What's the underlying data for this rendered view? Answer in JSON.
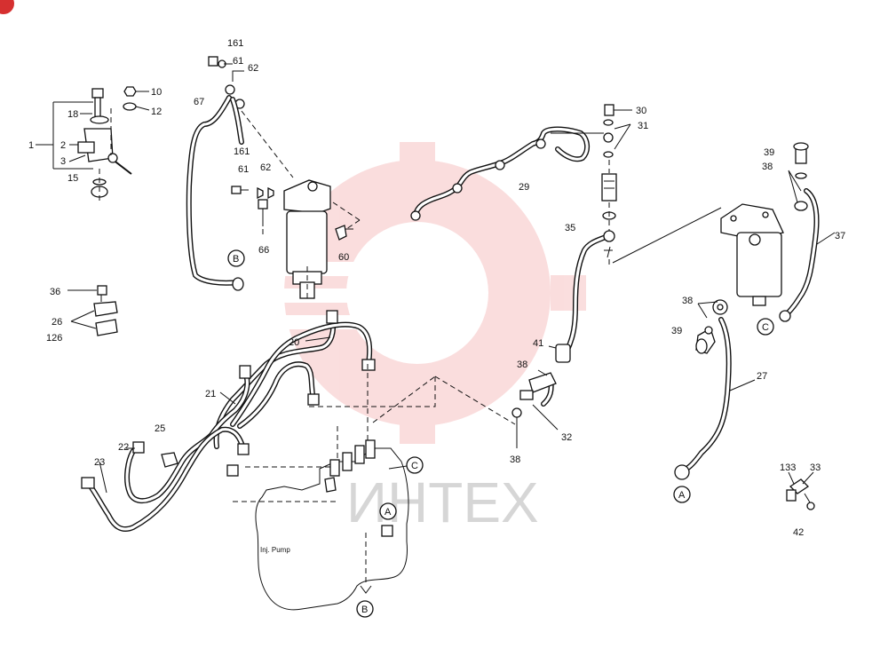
{
  "watermark": {
    "text": "ИНТЕХ",
    "color": "#e23b3b"
  },
  "pump_label": "Inj. Pump",
  "callouts": {
    "n1": "1",
    "n2": "2",
    "n3": "3",
    "n10": "10",
    "n12": "12",
    "n15": "15",
    "n18": "18",
    "n20": "20",
    "n21": "21",
    "n22": "22",
    "n23": "23",
    "n25": "25",
    "n26": "26",
    "n126": "126",
    "n27": "27",
    "n29": "29",
    "n30": "30",
    "n31": "31",
    "n32": "32",
    "n33": "33",
    "n133": "133",
    "n35": "35",
    "n36": "36",
    "n37": "37",
    "n38a": "38",
    "n38b": "38",
    "n38c": "38",
    "n38d": "38",
    "n39a": "39",
    "n39b": "39",
    "n41": "41",
    "n42": "42",
    "n60": "60",
    "n61a": "61",
    "n61b": "61",
    "n62a": "62",
    "n62b": "62",
    "n161a": "161",
    "n161b": "161",
    "n66": "66",
    "n67": "67"
  },
  "connectors": {
    "a1": "A",
    "a2": "A",
    "b1": "B",
    "b2": "B",
    "c1": "C",
    "c2": "C"
  }
}
